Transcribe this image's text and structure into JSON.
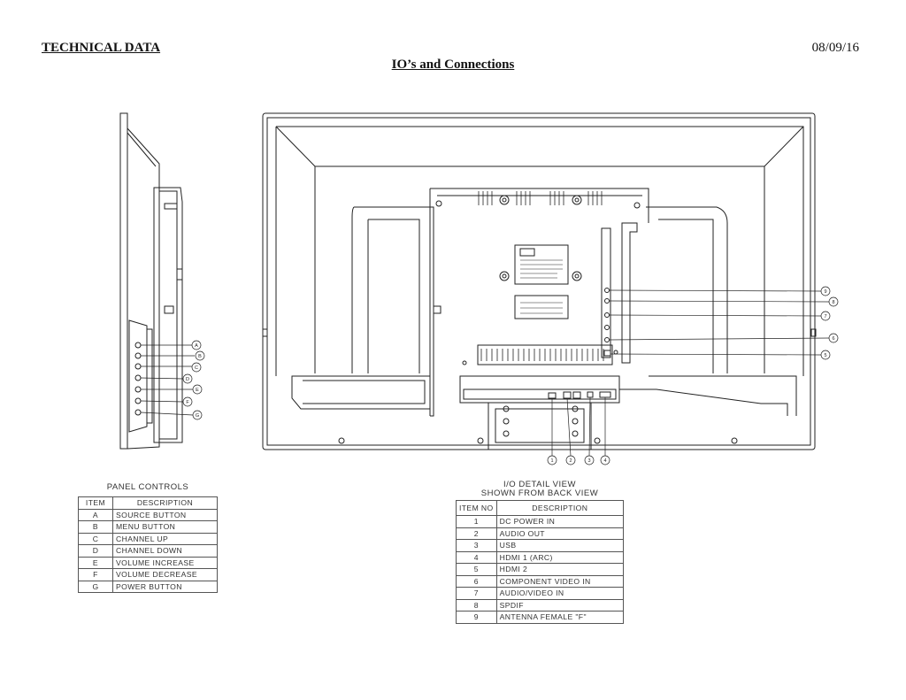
{
  "header": {
    "title": "TECHNICAL DATA",
    "date": "08/09/16",
    "subtitle": "IO’s and Connections"
  },
  "side_callouts": [
    "A",
    "B",
    "C",
    "D",
    "E",
    "F",
    "G"
  ],
  "back_callouts_right": [
    "9",
    "8",
    "7",
    "6",
    "5"
  ],
  "back_callouts_bottom": [
    "1",
    "2",
    "3",
    "4"
  ],
  "panel_controls": {
    "title": "PANEL CONTROLS",
    "headers": [
      "ITEM",
      "DESCRIPTION"
    ],
    "rows": [
      [
        "A",
        "SOURCE BUTTON"
      ],
      [
        "B",
        "MENU BUTTON"
      ],
      [
        "C",
        "CHANNEL UP"
      ],
      [
        "D",
        "CHANNEL DOWN"
      ],
      [
        "E",
        "VOLUME INCREASE"
      ],
      [
        "F",
        "VOLUME DECREASE"
      ],
      [
        "G",
        "POWER BUTTON"
      ]
    ]
  },
  "io_detail": {
    "title_line1": "I/O DETAIL VIEW",
    "title_line2": "SHOWN FROM BACK VIEW",
    "headers": [
      "ITEM NO",
      "DESCRIPTION"
    ],
    "rows": [
      [
        "1",
        "DC POWER IN"
      ],
      [
        "2",
        "AUDIO OUT"
      ],
      [
        "3",
        "USB"
      ],
      [
        "4",
        "HDMI 1 (ARC)"
      ],
      [
        "5",
        "HDMI 2"
      ],
      [
        "6",
        "COMPONENT VIDEO IN"
      ],
      [
        "7",
        "AUDIO/VIDEO IN"
      ],
      [
        "8",
        "SPDIF"
      ],
      [
        "9",
        "ANTENNA FEMALE \"F\""
      ]
    ]
  }
}
